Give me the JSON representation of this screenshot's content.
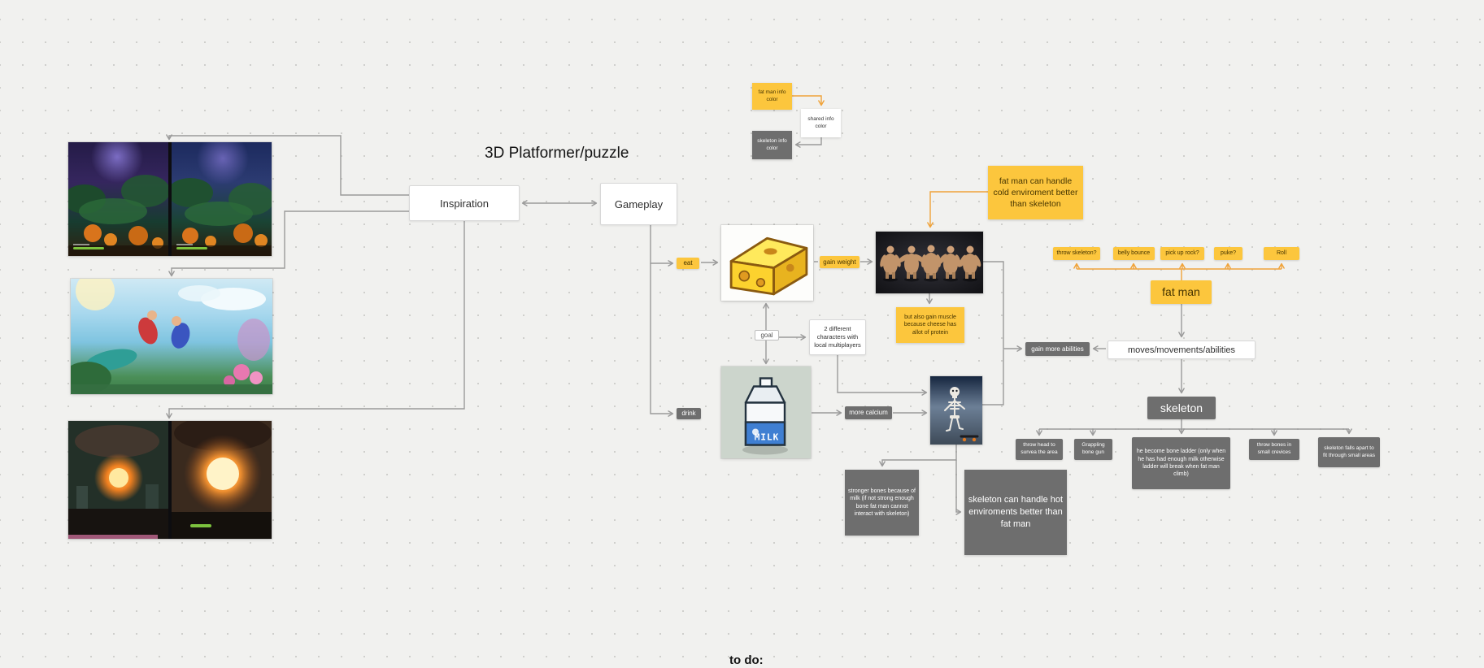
{
  "canvas": {
    "title": "3D Platformer/puzzle",
    "todo": "to do:"
  },
  "boxes": {
    "inspiration": "Inspiration",
    "gameplay": "Gameplay",
    "two_characters": "2 different characters with local multiplayers",
    "moves": "moves/movements/abilities",
    "skeleton": "skeleton",
    "fat_man": "fat man",
    "goal": "goal"
  },
  "legend": {
    "fat_man_info": "fat man info color",
    "shared_info": "shared info color",
    "skeleton_info": "skeleton info color"
  },
  "labels": {
    "eat": "eat",
    "gain_weight": "gain weight",
    "drink": "drink",
    "more_calcium": "more calcium",
    "gain_more_abilities": "gain more abilities"
  },
  "notes": {
    "cold": "fat man can handle cold enviroment better than skeleton",
    "muscle": "but also gain muscle because cheese has allot of protein",
    "stronger_bones": "stronger bones because of milk (if not strong enough bone fat man cannot interact with skeleton)",
    "hot": "skeleton can handle hot enviroments better than fat man"
  },
  "fat_man_abilities": [
    "throw skeleton?",
    "belly bounce",
    "pick up rock?",
    "puke?",
    "Roll"
  ],
  "skeleton_abilities": [
    "throw head to survea the area",
    "Grappling bone gun",
    "he become bone ladder (only when he has had enough milk otherwise ladder will break when fat man climb)",
    "throw bones in small crevices",
    "skeleton falls apart to fit through small areas"
  ],
  "images": {
    "milk_text": "MILK"
  },
  "colors": {
    "yellow": "#fcc63d",
    "gray": "#6e6e6e",
    "orange_line": "#f0a33a",
    "gray_line": "#9a9a9a"
  }
}
